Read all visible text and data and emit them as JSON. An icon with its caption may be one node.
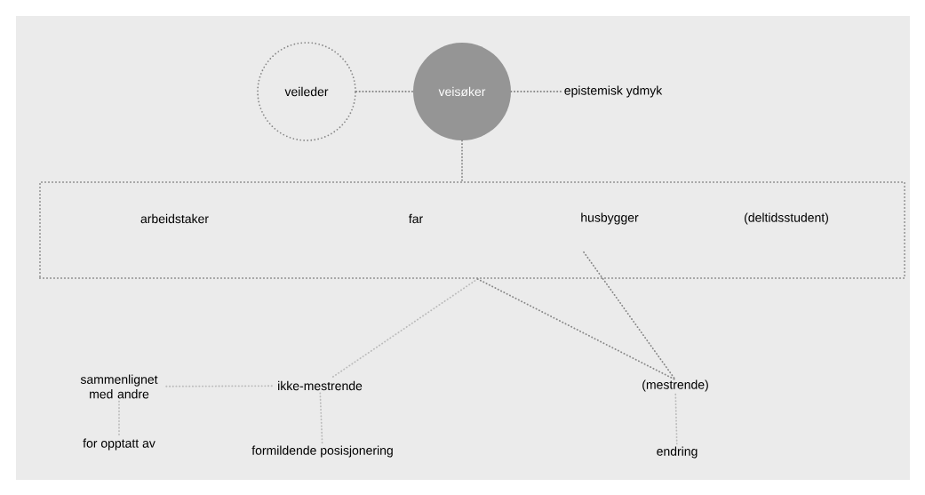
{
  "diagram": {
    "nodes": [
      {
        "text": [
          "veileder"
        ]
      },
      {
        "text": [
          "veisøker"
        ]
      },
      {
        "text": [
          "epistemisk ydmyk"
        ]
      },
      {
        "text": [],
        "shape": "box"
      },
      {
        "text": [
          "arbeidstaker"
        ],
        "in": 3
      },
      {
        "text": [
          "far"
        ],
        "in": 3
      },
      {
        "text": [
          "husbygger"
        ],
        "in": 3
      },
      {
        "text": [
          "(deltidsstudent)"
        ],
        "in": 3
      },
      {
        "text": [
          "sammenlignet med andre"
        ]
      },
      {
        "text": [
          "ikke-mestrende"
        ]
      },
      {
        "text": [
          "(mestrende)"
        ]
      },
      {
        "text": [
          "for opptatt av"
        ]
      },
      {
        "text": [
          "formildende posisjonering"
        ]
      },
      {
        "text": [
          "endring"
        ]
      }
    ],
    "edges": [
      {
        "from": 0,
        "to": 1,
        "arrow": "none"
      },
      {
        "from": 1,
        "to": 2,
        "arrow": "none"
      },
      {
        "from": 1,
        "to": 3,
        "arrow": "none"
      },
      {
        "from": 3,
        "to": 9,
        "arrow": "none",
        "color": "#bbbbbb"
      },
      {
        "from": 3,
        "to": 10,
        "arrow": "none"
      },
      {
        "from": 6,
        "to": 10,
        "arrow": "none"
      },
      {
        "from": 8,
        "to": 9,
        "arrow": "none",
        "color": "#bbbbbb"
      },
      {
        "from": 8,
        "to": 11,
        "arrow": "none",
        "color": "#bbbbbb"
      },
      {
        "from": 9,
        "to": 12,
        "arrow": "none",
        "color": "#bbbbbb"
      },
      {
        "from": 10,
        "to": 13,
        "arrow": "none",
        "color": "#bbbbbb"
      }
    ]
  }
}
